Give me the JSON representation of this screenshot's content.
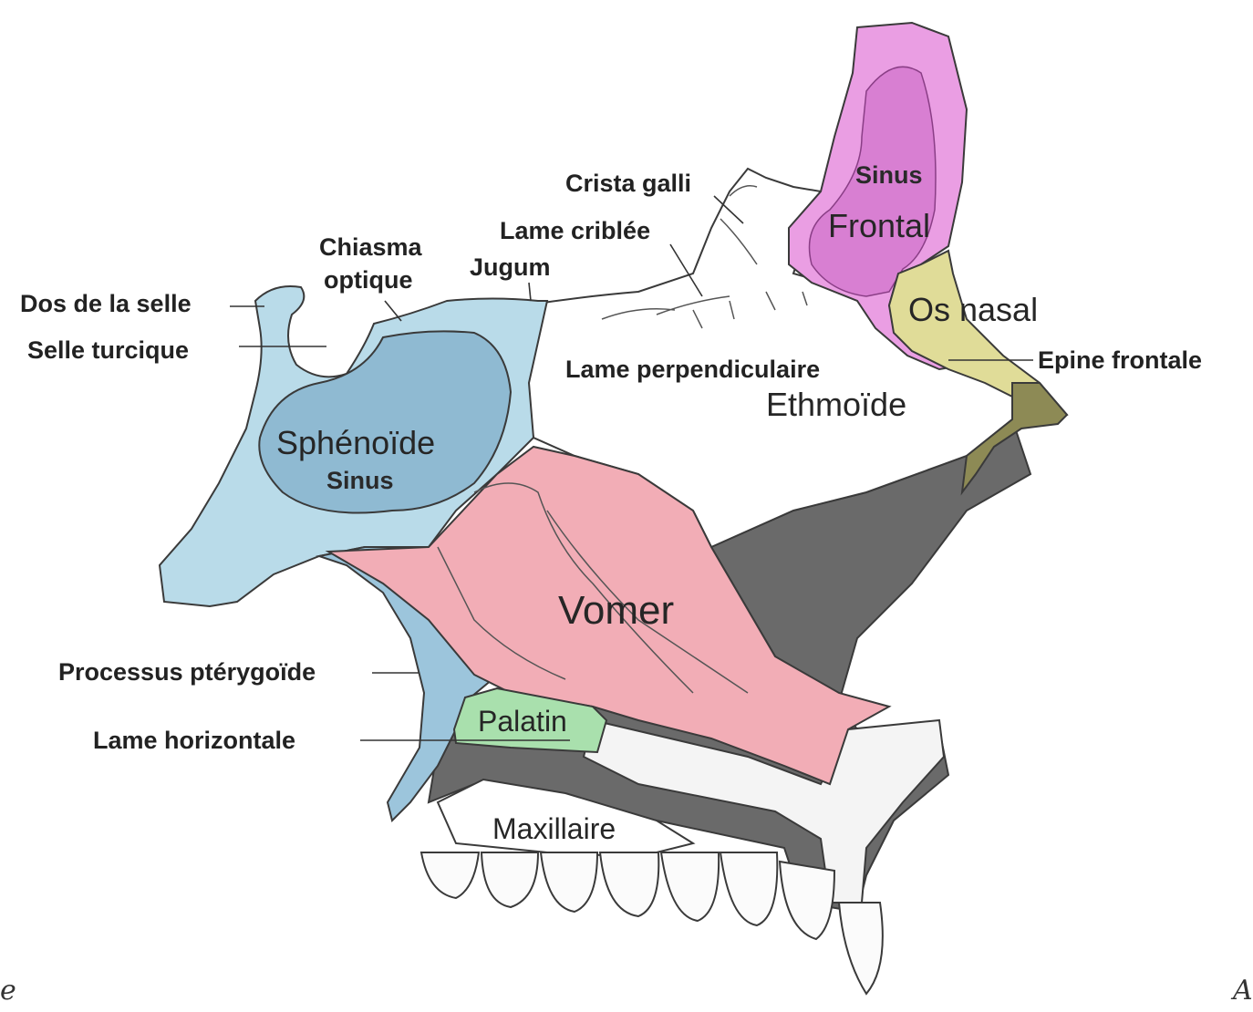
{
  "colors": {
    "sphenoid": "#b9dbe9",
    "sphenoid_dark": "#7fb1cb",
    "frontal": "#ea9ee3",
    "frontal_dark": "#d678cf",
    "nasal": "#e0dc98",
    "vomer": "#f2adb6",
    "palatin": "#a9e0ad",
    "ethmoid": "#ffffff",
    "maxilla_dark": "#5e5e5e",
    "cartilage": "#8d8a55"
  },
  "regions": {
    "sinus_frontal_1": "Sinus",
    "sinus_frontal_2": "Frontal",
    "os_nasal": "Os nasal",
    "ethmoide": "Ethmoïde",
    "sphenoide": "Sphénoïde",
    "sinus_sphenoide": "Sinus",
    "vomer": "Vomer",
    "palatin": "Palatin",
    "maxillaire": "Maxillaire"
  },
  "labels": {
    "crista_galli": "Crista galli",
    "lame_criblee": "Lame criblée",
    "jugum": "Jugum",
    "chiasma": "Chiasma",
    "optique": "optique",
    "dos_de_la_selle": "Dos de la selle",
    "selle_turcique": "Selle turcique",
    "lame_perpendiculaire": "Lame perpendiculaire",
    "epine_frontale": "Epine frontale",
    "processus_pterygoide": "Processus ptérygoïde",
    "lame_horizontale": "Lame horizontale"
  },
  "edge_marks": {
    "left": "e",
    "right": "A"
  }
}
